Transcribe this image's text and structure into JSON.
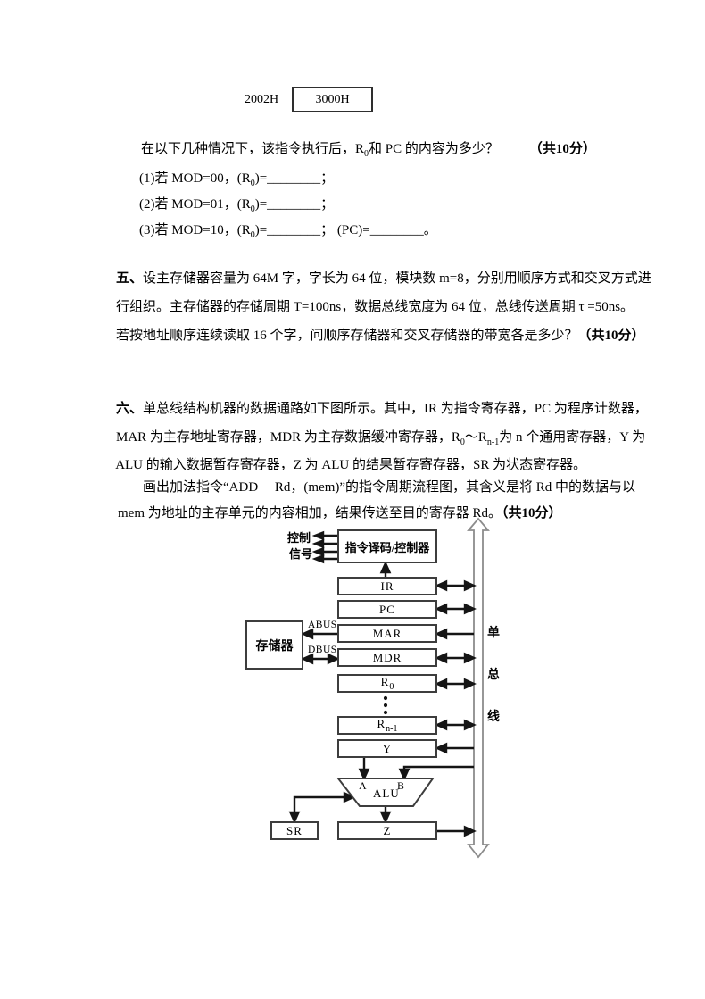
{
  "figure_top": {
    "left_value": "2002H",
    "box_value": "3000H"
  },
  "q4": {
    "intro": {
      "t1": "在以下几种情况下，该指令执行后，R",
      "sub": "0",
      "t2": "和 PC 的内容为多少？",
      "score": "（共10分）"
    },
    "items": [
      {
        "pre": "(1)若 MOD=00，(R",
        "sub": "0",
        "post": ")=________；"
      },
      {
        "pre": "(2)若 MOD=01，(R",
        "sub": "0",
        "post": ")=________；"
      },
      {
        "pre": "(3)若 MOD=10，(R",
        "sub": "0",
        "post": ")=________； (PC)=________。"
      }
    ]
  },
  "q5": {
    "num": "五、",
    "l1": "设主存储器容量为 64M 字，字长为 64 位，模块数 m=8，分别用顺序方式和交叉方式进",
    "l2": "行组织。主存储器的存储周期 T=100ns，数据总线宽度为 64 位，总线传送周期 τ =50ns。",
    "l3": "若按地址顺序连续读取 16 个字，问顺序存储器和交叉存储器的带宽各是多少？",
    "score": "（共10分）"
  },
  "q6": {
    "num": "六、",
    "l1": "单总线结构机器的数据通路如下图所示。其中，IR 为指令寄存器，PC 为程序计数器，",
    "l2a": "MAR 为主存地址寄存器，MDR 为主存数据缓冲寄存器，R",
    "l2s1": "0",
    "l2b": "～R",
    "l2s2": "n-1",
    "l2c": "为 n 个通用寄存器，Y 为",
    "l3": "ALU 的输入数据暂存寄存器，Z 为 ALU 的结果暂存寄存器，SR 为状态寄存器。",
    "l4": "画出加法指令“ADD     Rd，(mem)”的指令周期流程图，其含义是将 Rd 中的数据与以",
    "l5": "mem 为地址的主存单元的内容相加，结果传送至目的寄存器 Rd。",
    "score": "（共10分）"
  },
  "diagram": {
    "control_line1": "控制",
    "control_line2": "信号",
    "decoder": "指令译码/控制器",
    "reg_ir": "IR",
    "reg_pc": "PC",
    "reg_mar": "MAR",
    "reg_mdr": "MDR",
    "r0_base": "R",
    "r0_sub": "0",
    "rn_base": "R",
    "rn_sub": "n-1",
    "reg_y": "Y",
    "reg_z": "Z",
    "reg_sr": "SR",
    "alu": "ALU",
    "in_a": "A",
    "in_b": "B",
    "memory": "存储器",
    "abus": "ABUS",
    "dbus": "DBUS",
    "bus_char1": "单",
    "bus_char2": "总",
    "bus_char3": "线"
  },
  "colors": {
    "ink": "#151515",
    "box_border": "#3d3d3d",
    "bus_outline": "#8c8c8c"
  }
}
